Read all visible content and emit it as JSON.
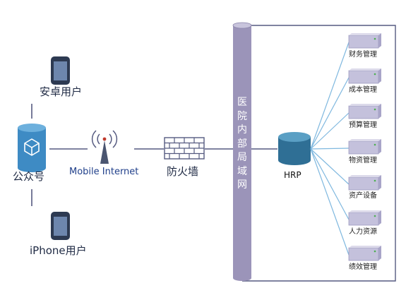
{
  "nodes": {
    "android_user": {
      "label": "安卓用户",
      "icon": "tablet-icon"
    },
    "official_account": {
      "label": "公众号",
      "icon": "cube-icon"
    },
    "iphone_user": {
      "label": "iPhone用户",
      "icon": "tablet-icon"
    },
    "mobile_internet": {
      "label": "Mobile Internet",
      "icon": "antenna-icon"
    },
    "firewall": {
      "label": "防火墙",
      "icon": "brick-wall-icon"
    },
    "hospital_lan": {
      "label": "医院内部局域网",
      "chars": [
        "医",
        "院",
        "内",
        "部",
        "局",
        "域",
        "网"
      ],
      "icon": "cylinder-pipe"
    },
    "hrp": {
      "label": "HRP",
      "icon": "database-icon"
    }
  },
  "servers": [
    {
      "label": "财务管理"
    },
    {
      "label": "成本管理"
    },
    {
      "label": "预算管理"
    },
    {
      "label": "物资管理"
    },
    {
      "label": "资产设备"
    },
    {
      "label": "人力资源"
    },
    {
      "label": "绩效管理"
    }
  ],
  "colors": {
    "line": "#555a80",
    "pipe": "#9b94b9",
    "pipe_top": "#c8c4dc",
    "db_body": "#2f6f95",
    "db_top": "#5a9fc4",
    "cube_bg": "#3e8bc4",
    "fan_line": "#7fb8df",
    "server": "#c4c1dc"
  }
}
